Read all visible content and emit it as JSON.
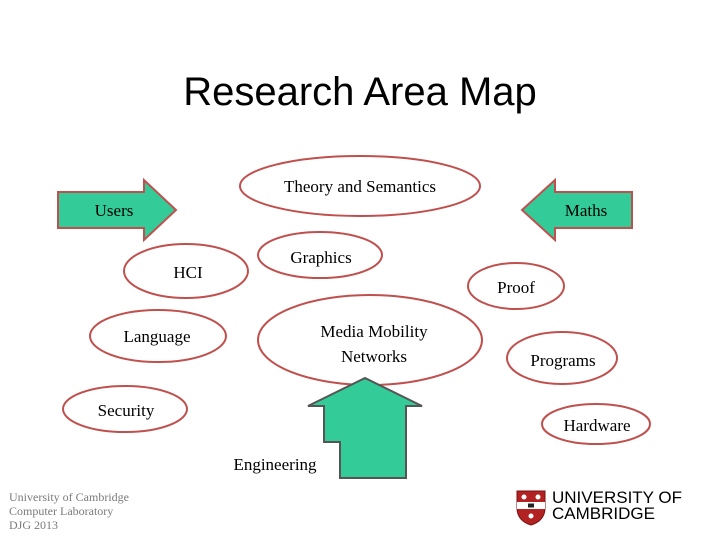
{
  "title": "Research Area Map",
  "nodes": {
    "theory": "Theory and Semantics",
    "users": "Users",
    "maths": "Maths",
    "hci": "HCI",
    "graphics": "Graphics",
    "proof": "Proof",
    "language": "Language",
    "media_line1": "Media Mobility",
    "media_line2": "Networks",
    "programs": "Programs",
    "security": "Security",
    "hardware": "Hardware",
    "engineering": "Engineering"
  },
  "footer": {
    "line1": "University of Cambridge",
    "line2": "Computer Laboratory",
    "line3": "DJG 2013"
  },
  "logo": {
    "line1": "UNIVERSITY OF",
    "line2": "CAMBRIDGE"
  },
  "colors": {
    "ellipse_stroke": "#c0504d",
    "arrow_fill": "#33cc99",
    "shield_red": "#b22222"
  }
}
